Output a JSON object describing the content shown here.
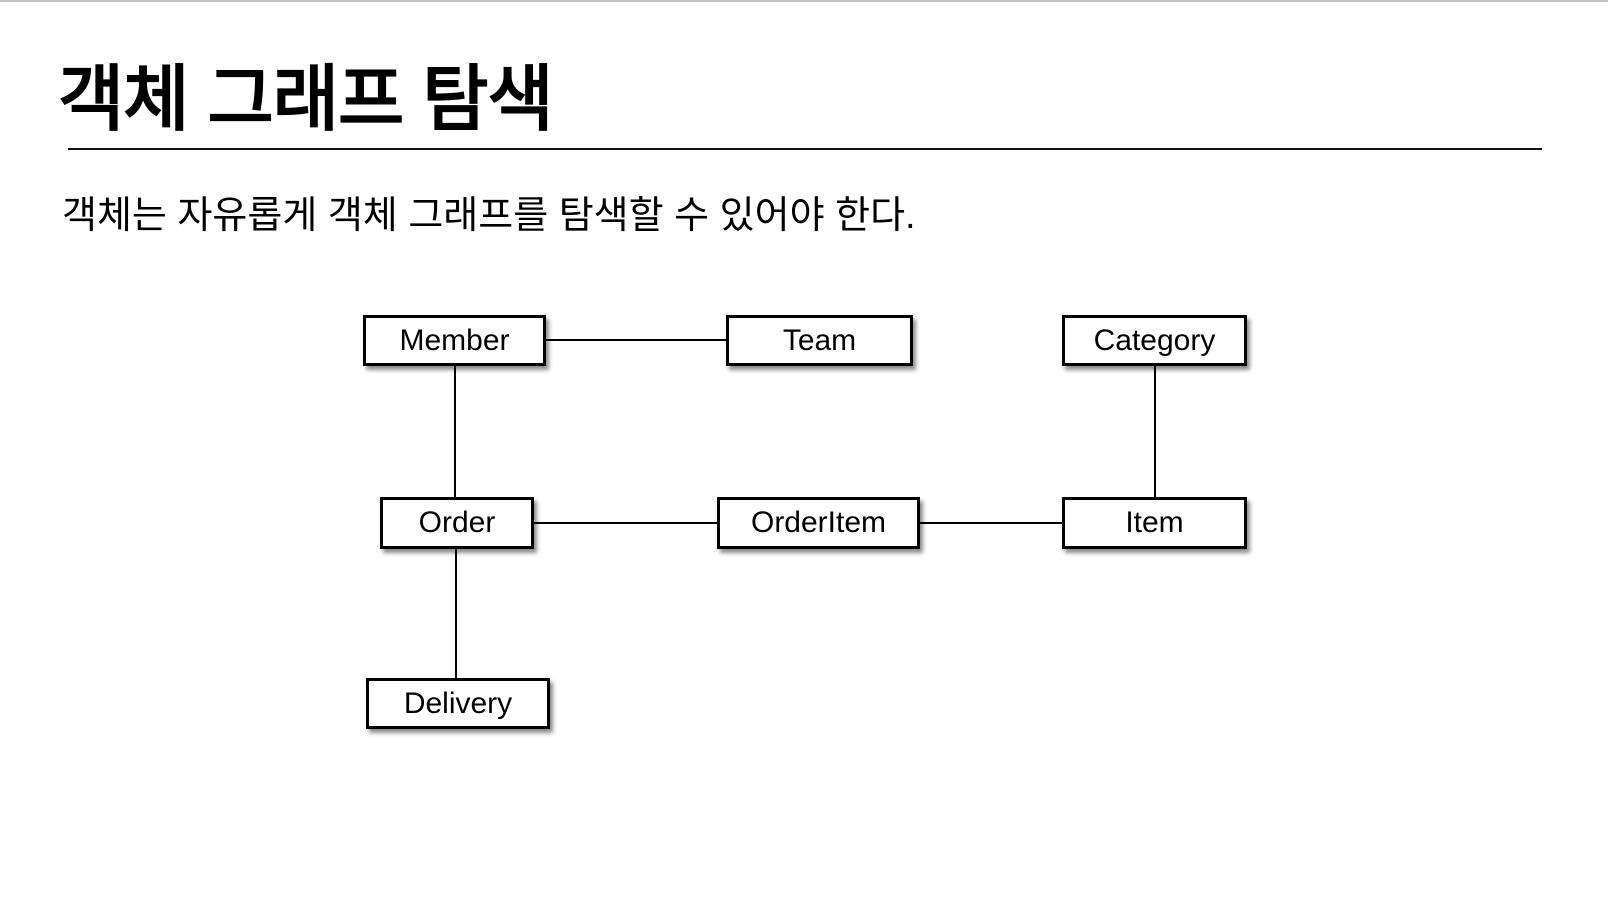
{
  "page": {
    "title": "객체 그래프 탐색",
    "subtitle": "객체는 자유롭게 객체 그래프를 탐색할 수 있어야 한다."
  },
  "diagram": {
    "nodes": {
      "member": {
        "label": "Member"
      },
      "team": {
        "label": "Team"
      },
      "category": {
        "label": "Category"
      },
      "order": {
        "label": "Order"
      },
      "orderitem": {
        "label": "OrderItem"
      },
      "item": {
        "label": "Item"
      },
      "delivery": {
        "label": "Delivery"
      }
    },
    "edges": [
      {
        "from": "Member",
        "to": "Team"
      },
      {
        "from": "Member",
        "to": "Order"
      },
      {
        "from": "Order",
        "to": "OrderItem"
      },
      {
        "from": "OrderItem",
        "to": "Item"
      },
      {
        "from": "Category",
        "to": "Item"
      },
      {
        "from": "Order",
        "to": "Delivery"
      }
    ]
  },
  "colors": {
    "background": "#ffffff",
    "text": "#000000",
    "node_border": "#000000",
    "edge_line": "#000000",
    "top_bar": "#c3c3c3"
  }
}
